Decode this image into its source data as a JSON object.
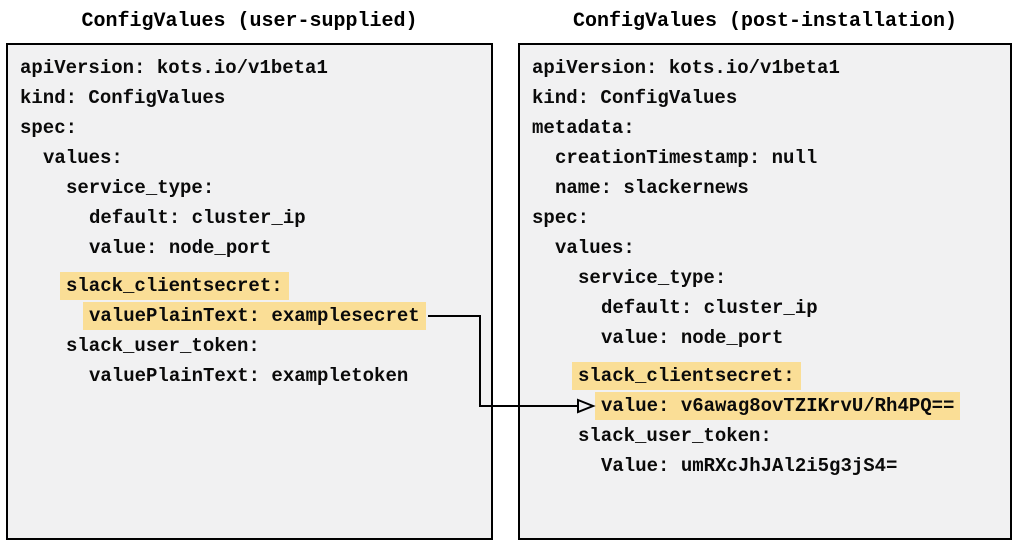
{
  "colors": {
    "highlight": "#fade96",
    "panel_background": "#f1f1f2",
    "panel_border": "#000000",
    "arrow": "#000000"
  },
  "left_panel": {
    "title": "ConfigValues (user-supplied)",
    "lines": [
      {
        "text": "apiVersion: kots.io/v1beta1",
        "indent": 0,
        "highlight": false,
        "gap_before": false
      },
      {
        "text": "kind: ConfigValues",
        "indent": 0,
        "highlight": false,
        "gap_before": false
      },
      {
        "text": "spec:",
        "indent": 0,
        "highlight": false,
        "gap_before": false
      },
      {
        "text": "values:",
        "indent": 1,
        "highlight": false,
        "gap_before": false
      },
      {
        "text": "service_type:",
        "indent": 2,
        "highlight": false,
        "gap_before": false
      },
      {
        "text": "default: cluster_ip",
        "indent": 3,
        "highlight": false,
        "gap_before": false
      },
      {
        "text": "value: node_port",
        "indent": 3,
        "highlight": false,
        "gap_before": false
      },
      {
        "text": "slack_clientsecret:",
        "indent": 2,
        "highlight": true,
        "gap_before": true
      },
      {
        "text": "valuePlainText: examplesecret",
        "indent": 3,
        "highlight": true,
        "gap_before": false
      },
      {
        "text": "slack_user_token:",
        "indent": 2,
        "highlight": false,
        "gap_before": false
      },
      {
        "text": "valuePlainText: exampletoken",
        "indent": 3,
        "highlight": false,
        "gap_before": false
      }
    ]
  },
  "right_panel": {
    "title": "ConfigValues (post-installation)",
    "lines": [
      {
        "text": "apiVersion: kots.io/v1beta1",
        "indent": 0,
        "highlight": false,
        "gap_before": false
      },
      {
        "text": "kind: ConfigValues",
        "indent": 0,
        "highlight": false,
        "gap_before": false
      },
      {
        "text": "metadata:",
        "indent": 0,
        "highlight": false,
        "gap_before": false
      },
      {
        "text": "creationTimestamp: null",
        "indent": 1,
        "highlight": false,
        "gap_before": false
      },
      {
        "text": "name: slackernews",
        "indent": 1,
        "highlight": false,
        "gap_before": false
      },
      {
        "text": "spec:",
        "indent": 0,
        "highlight": false,
        "gap_before": false
      },
      {
        "text": "values:",
        "indent": 1,
        "highlight": false,
        "gap_before": false
      },
      {
        "text": "service_type:",
        "indent": 2,
        "highlight": false,
        "gap_before": false
      },
      {
        "text": "default: cluster_ip",
        "indent": 3,
        "highlight": false,
        "gap_before": false
      },
      {
        "text": "value: node_port",
        "indent": 3,
        "highlight": false,
        "gap_before": false
      },
      {
        "text": "slack_clientsecret:",
        "indent": 2,
        "highlight": true,
        "gap_before": true
      },
      {
        "text": "value: v6awag8ovTZIKrvU/Rh4PQ==",
        "indent": 3,
        "highlight": true,
        "gap_before": false
      },
      {
        "text": "slack_user_token:",
        "indent": 2,
        "highlight": false,
        "gap_before": false
      },
      {
        "text": "Value: umRXcJhJAl2i5g3jS4=",
        "indent": 3,
        "highlight": false,
        "gap_before": false
      }
    ]
  },
  "arrow": {
    "from": "valuePlainText: examplesecret",
    "to": "value: v6awag8ovTZIKrvU/Rh4PQ=="
  }
}
